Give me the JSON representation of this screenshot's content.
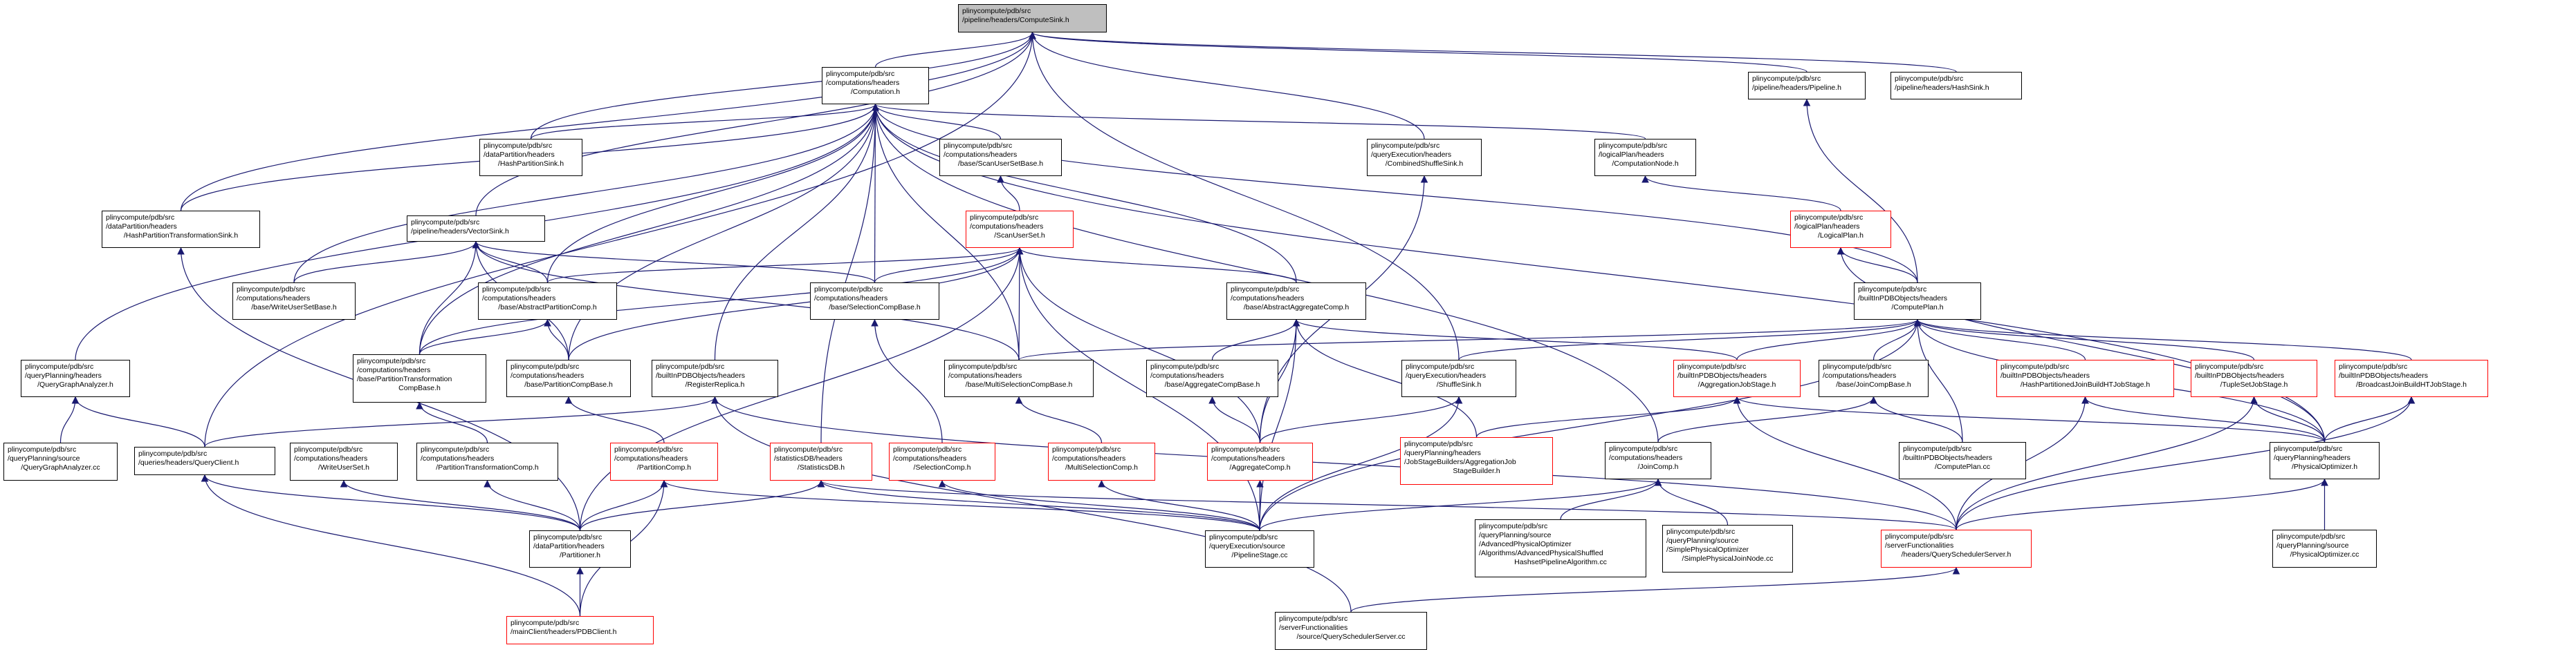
{
  "diagram": {
    "type": "include-dependency-graph",
    "edge_color": "#191970",
    "truncated_border_color": "#ff0000",
    "root_fill_color": "#bfbfbf",
    "nodes": [
      {
        "id": "ComputeSink",
        "lines": [
          "plinycompute/pdb/src",
          "/pipeline/headers/ComputeSink.h"
        ],
        "style": "root"
      },
      {
        "id": "Computation",
        "lines": [
          "plinycompute/pdb/src",
          "/computations/headers",
          "/Computation.h"
        ],
        "style": "normal"
      },
      {
        "id": "Pipeline",
        "lines": [
          "plinycompute/pdb/src",
          "/pipeline/headers/Pipeline.h"
        ],
        "style": "normal"
      },
      {
        "id": "HashSink",
        "lines": [
          "plinycompute/pdb/src",
          "/pipeline/headers/HashSink.h"
        ],
        "style": "normal"
      },
      {
        "id": "HashPartitionSink",
        "lines": [
          "plinycompute/pdb/src",
          "/dataPartition/headers",
          "/HashPartitionSink.h"
        ],
        "style": "normal"
      },
      {
        "id": "ScanUserSetBase",
        "lines": [
          "plinycompute/pdb/src",
          "/computations/headers",
          "/base/ScanUserSetBase.h"
        ],
        "style": "normal"
      },
      {
        "id": "CombinedShuffleSink",
        "lines": [
          "plinycompute/pdb/src",
          "/queryExecution/headers",
          "/CombinedShuffleSink.h"
        ],
        "style": "normal"
      },
      {
        "id": "ComputationNode",
        "lines": [
          "plinycompute/pdb/src",
          "/logicalPlan/headers",
          "/ComputationNode.h"
        ],
        "style": "normal"
      },
      {
        "id": "HashPartitionTransformationSink",
        "lines": [
          "plinycompute/pdb/src",
          "/dataPartition/headers",
          "/HashPartitionTransformationSink.h"
        ],
        "style": "normal"
      },
      {
        "id": "VectorSink",
        "lines": [
          "plinycompute/pdb/src",
          "/pipeline/headers/VectorSink.h"
        ],
        "style": "normal"
      },
      {
        "id": "ScanUserSet",
        "lines": [
          "plinycompute/pdb/src",
          "/computations/headers",
          "/ScanUserSet.h"
        ],
        "style": "red"
      },
      {
        "id": "LogicalPlan",
        "lines": [
          "plinycompute/pdb/src",
          "/logicalPlan/headers",
          "/LogicalPlan.h"
        ],
        "style": "red"
      },
      {
        "id": "WriteUserSetBase",
        "lines": [
          "plinycompute/pdb/src",
          "/computations/headers",
          "/base/WriteUserSetBase.h"
        ],
        "style": "normal"
      },
      {
        "id": "AbstractPartitionComp",
        "lines": [
          "plinycompute/pdb/src",
          "/computations/headers",
          "/base/AbstractPartitionComp.h"
        ],
        "style": "normal"
      },
      {
        "id": "SelectionCompBase",
        "lines": [
          "plinycompute/pdb/src",
          "/computations/headers",
          "/base/SelectionCompBase.h"
        ],
        "style": "normal"
      },
      {
        "id": "AbstractAggregateComp",
        "lines": [
          "plinycompute/pdb/src",
          "/computations/headers",
          "/base/AbstractAggregateComp.h"
        ],
        "style": "normal"
      },
      {
        "id": "ComputePlanH",
        "lines": [
          "plinycompute/pdb/src",
          "/builtInPDBObjects/headers",
          "/ComputePlan.h"
        ],
        "style": "normal"
      },
      {
        "id": "QueryGraphAnalyzerH",
        "lines": [
          "plinycompute/pdb/src",
          "/queryPlanning/headers",
          "/QueryGraphAnalyzer.h"
        ],
        "style": "normal"
      },
      {
        "id": "PartitionTransformationCompBase",
        "lines": [
          "plinycompute/pdb/src",
          "/computations/headers",
          "/base/PartitionTransformation",
          "CompBase.h"
        ],
        "style": "normal"
      },
      {
        "id": "PartitionCompBase",
        "lines": [
          "plinycompute/pdb/src",
          "/computations/headers",
          "/base/PartitionCompBase.h"
        ],
        "style": "normal"
      },
      {
        "id": "RegisterReplica",
        "lines": [
          "plinycompute/pdb/src",
          "/builtInPDBObjects/headers",
          "/RegisterReplica.h"
        ],
        "style": "normal"
      },
      {
        "id": "MultiSelectionCompBase",
        "lines": [
          "plinycompute/pdb/src",
          "/computations/headers",
          "/base/MultiSelectionCompBase.h"
        ],
        "style": "normal"
      },
      {
        "id": "AggregateCompBase",
        "lines": [
          "plinycompute/pdb/src",
          "/computations/headers",
          "/base/AggregateCompBase.h"
        ],
        "style": "normal"
      },
      {
        "id": "ShuffleSink",
        "lines": [
          "plinycompute/pdb/src",
          "/queryExecution/headers",
          "/ShuffleSink.h"
        ],
        "style": "normal"
      },
      {
        "id": "AggregationJobStage",
        "lines": [
          "plinycompute/pdb/src",
          "/builtInPDBObjects/headers",
          "/AggregationJobStage.h"
        ],
        "style": "red"
      },
      {
        "id": "JoinCompBase",
        "lines": [
          "plinycompute/pdb/src",
          "/computations/headers",
          "/base/JoinCompBase.h"
        ],
        "style": "normal"
      },
      {
        "id": "HashPartitionedJoinBuildHTJobStage",
        "lines": [
          "plinycompute/pdb/src",
          "/builtInPDBObjects/headers",
          "/HashPartitionedJoinBuildHTJobStage.h"
        ],
        "style": "red"
      },
      {
        "id": "TupleSetJobStage",
        "lines": [
          "plinycompute/pdb/src",
          "/builtInPDBObjects/headers",
          "/TupleSetJobStage.h"
        ],
        "style": "red"
      },
      {
        "id": "BroadcastJoinBuildHTJobStage",
        "lines": [
          "plinycompute/pdb/src",
          "/builtInPDBObjects/headers",
          "/BroadcastJoinBuildHTJobStage.h"
        ],
        "style": "red"
      },
      {
        "id": "QueryGraphAnalyzerCC",
        "lines": [
          "plinycompute/pdb/src",
          "/queryPlanning/source",
          "/QueryGraphAnalyzer.cc"
        ],
        "style": "normal"
      },
      {
        "id": "QueryClient",
        "lines": [
          "plinycompute/pdb/src",
          "/queries/headers/QueryClient.h"
        ],
        "style": "normal"
      },
      {
        "id": "WriteUserSet",
        "lines": [
          "plinycompute/pdb/src",
          "/computations/headers",
          "/WriteUserSet.h"
        ],
        "style": "normal"
      },
      {
        "id": "PartitionTransformationComp",
        "lines": [
          "plinycompute/pdb/src",
          "/computations/headers",
          "/PartitionTransformationComp.h"
        ],
        "style": "normal"
      },
      {
        "id": "PartitionComp",
        "lines": [
          "plinycompute/pdb/src",
          "/computations/headers",
          "/PartitionComp.h"
        ],
        "style": "red"
      },
      {
        "id": "StatisticsDB",
        "lines": [
          "plinycompute/pdb/src",
          "/statisticsDB/headers",
          "/StatisticsDB.h"
        ],
        "style": "red"
      },
      {
        "id": "SelectionComp",
        "lines": [
          "plinycompute/pdb/src",
          "/computations/headers",
          "/SelectionComp.h"
        ],
        "style": "red"
      },
      {
        "id": "MultiSelectionComp",
        "lines": [
          "plinycompute/pdb/src",
          "/computations/headers",
          "/MultiSelectionComp.h"
        ],
        "style": "red"
      },
      {
        "id": "AggregateComp",
        "lines": [
          "plinycompute/pdb/src",
          "/computations/headers",
          "/AggregateComp.h"
        ],
        "style": "red"
      },
      {
        "id": "AggregationJobStageBuilder",
        "lines": [
          "plinycompute/pdb/src",
          "/queryPlanning/headers",
          "/JobStageBuilders/AggregationJob",
          "StageBuilder.h"
        ],
        "style": "red"
      },
      {
        "id": "JoinComp",
        "lines": [
          "plinycompute/pdb/src",
          "/computations/headers",
          "/JoinComp.h"
        ],
        "style": "normal"
      },
      {
        "id": "ComputePlanCC",
        "lines": [
          "plinycompute/pdb/src",
          "/builtInPDBObjects/headers",
          "/ComputePlan.cc"
        ],
        "style": "normal"
      },
      {
        "id": "PhysicalOptimizerH",
        "lines": [
          "plinycompute/pdb/src",
          "/queryPlanning/headers",
          "/PhysicalOptimizer.h"
        ],
        "style": "normal"
      },
      {
        "id": "Partitioner",
        "lines": [
          "plinycompute/pdb/src",
          "/dataPartition/headers",
          "/Partitioner.h"
        ],
        "style": "normal"
      },
      {
        "id": "PipelineStage",
        "lines": [
          "plinycompute/pdb/src",
          "/queryExecution/source",
          "/PipelineStage.cc"
        ],
        "style": "normal"
      },
      {
        "id": "AdvancedPhysicalShuffledHashsetPipelineAlgorithm",
        "lines": [
          "plinycompute/pdb/src",
          "/queryPlanning/source",
          "/AdvancedPhysicalOptimizer",
          "/Algorithms/AdvancedPhysicalShuffled",
          "HashsetPipelineAlgorithm.cc"
        ],
        "style": "normal"
      },
      {
        "id": "SimplePhysicalJoinNode",
        "lines": [
          "plinycompute/pdb/src",
          "/queryPlanning/source",
          "/SimplePhysicalOptimizer",
          "/SimplePhysicalJoinNode.cc"
        ],
        "style": "normal"
      },
      {
        "id": "QuerySchedulerServerH",
        "lines": [
          "plinycompute/pdb/src",
          "/serverFunctionalities",
          "/headers/QuerySchedulerServer.h"
        ],
        "style": "red"
      },
      {
        "id": "PhysicalOptimizerCC",
        "lines": [
          "plinycompute/pdb/src",
          "/queryPlanning/source",
          "/PhysicalOptimizer.cc"
        ],
        "style": "normal"
      },
      {
        "id": "PDBClient",
        "lines": [
          "plinycompute/pdb/src",
          "/mainClient/headers/PDBClient.h"
        ],
        "style": "red"
      },
      {
        "id": "QuerySchedulerServerCC",
        "lines": [
          "plinycompute/pdb/src",
          "/serverFunctionalities",
          "/source/QuerySchedulerServer.cc"
        ],
        "style": "normal"
      }
    ],
    "edges": [
      [
        "Computation",
        "ComputeSink"
      ],
      [
        "Pipeline",
        "ComputeSink"
      ],
      [
        "HashSink",
        "ComputeSink"
      ],
      [
        "HashPartitionSink",
        "ComputeSink"
      ],
      [
        "CombinedShuffleSink",
        "ComputeSink"
      ],
      [
        "HashPartitionTransformationSink",
        "ComputeSink"
      ],
      [
        "VectorSink",
        "ComputeSink"
      ],
      [
        "QueryClient",
        "ComputeSink"
      ],
      [
        "ShuffleSink",
        "ComputeSink"
      ],
      [
        "HashPartitionSink",
        "Computation"
      ],
      [
        "ScanUserSetBase",
        "Computation"
      ],
      [
        "ComputationNode",
        "Computation"
      ],
      [
        "HashPartitionTransformationSink",
        "Computation"
      ],
      [
        "WriteUserSetBase",
        "Computation"
      ],
      [
        "AbstractPartitionComp",
        "Computation"
      ],
      [
        "SelectionCompBase",
        "Computation"
      ],
      [
        "AbstractAggregateComp",
        "Computation"
      ],
      [
        "ComputePlanH",
        "Computation"
      ],
      [
        "QueryGraphAnalyzerH",
        "Computation"
      ],
      [
        "PartitionTransformationCompBase",
        "Computation"
      ],
      [
        "PartitionCompBase",
        "Computation"
      ],
      [
        "RegisterReplica",
        "Computation"
      ],
      [
        "MultiSelectionCompBase",
        "Computation"
      ],
      [
        "StatisticsDB",
        "Computation"
      ],
      [
        "JoinComp",
        "Computation"
      ],
      [
        "PhysicalOptimizerH",
        "Computation"
      ],
      [
        "ScanUserSet",
        "ScanUserSetBase"
      ],
      [
        "AggregateComp",
        "CombinedShuffleSink"
      ],
      [
        "LogicalPlan",
        "ComputationNode"
      ],
      [
        "ComputePlanH",
        "LogicalPlan"
      ],
      [
        "PhysicalOptimizerH",
        "LogicalPlan"
      ],
      [
        "ComputePlanH",
        "Pipeline"
      ],
      [
        "WriteUserSetBase",
        "VectorSink"
      ],
      [
        "AbstractPartitionComp",
        "VectorSink"
      ],
      [
        "SelectionCompBase",
        "VectorSink"
      ],
      [
        "PartitionTransformationCompBase",
        "VectorSink"
      ],
      [
        "PartitionCompBase",
        "VectorSink"
      ],
      [
        "MultiSelectionCompBase",
        "VectorSink"
      ],
      [
        "AbstractPartitionComp",
        "ScanUserSet"
      ],
      [
        "SelectionCompBase",
        "ScanUserSet"
      ],
      [
        "AbstractAggregateComp",
        "ScanUserSet"
      ],
      [
        "PartitionTransformationCompBase",
        "ScanUserSet"
      ],
      [
        "PartitionCompBase",
        "ScanUserSet"
      ],
      [
        "MultiSelectionCompBase",
        "ScanUserSet"
      ],
      [
        "AggregateComp",
        "ScanUserSet"
      ],
      [
        "PipelineStage",
        "ScanUserSet"
      ],
      [
        "Partitioner",
        "ScanUserSet"
      ],
      [
        "PartitionTransformationCompBase",
        "AbstractPartitionComp"
      ],
      [
        "PartitionCompBase",
        "AbstractPartitionComp"
      ],
      [
        "SelectionComp",
        "SelectionCompBase"
      ],
      [
        "AggregateCompBase",
        "AbstractAggregateComp"
      ],
      [
        "AggregateComp",
        "AbstractAggregateComp"
      ],
      [
        "AggregationJobStage",
        "AbstractAggregateComp"
      ],
      [
        "PipelineStage",
        "AbstractAggregateComp"
      ],
      [
        "AggregationJobStageBuilder",
        "AbstractAggregateComp"
      ],
      [
        "QueryGraphAnalyzerCC",
        "QueryGraphAnalyzerH"
      ],
      [
        "QueryClient",
        "QueryGraphAnalyzerH"
      ],
      [
        "PartitionTransformationComp",
        "PartitionTransformationCompBase"
      ],
      [
        "Partitioner",
        "HashPartitionTransformationSink"
      ],
      [
        "PartitionComp",
        "PartitionCompBase"
      ],
      [
        "QueryClient",
        "RegisterReplica"
      ],
      [
        "QuerySchedulerServerH",
        "RegisterReplica"
      ],
      [
        "QuerySchedulerServerCC",
        "RegisterReplica"
      ],
      [
        "MultiSelectionComp",
        "MultiSelectionCompBase"
      ],
      [
        "AggregateComp",
        "AggregateCompBase"
      ],
      [
        "AggregateComp",
        "ShuffleSink"
      ],
      [
        "PipelineStage",
        "ShuffleSink"
      ],
      [
        "AggregationJobStageBuilder",
        "AggregationJobStage"
      ],
      [
        "QuerySchedulerServerH",
        "AggregationJobStage"
      ],
      [
        "PhysicalOptimizerH",
        "AggregationJobStage"
      ],
      [
        "JoinComp",
        "JoinCompBase"
      ],
      [
        "ComputePlanCC",
        "JoinCompBase"
      ],
      [
        "ShuffleSink",
        "ComputePlanH"
      ],
      [
        "AggregationJobStage",
        "ComputePlanH"
      ],
      [
        "JoinCompBase",
        "ComputePlanH"
      ],
      [
        "HashPartitionedJoinBuildHTJobStage",
        "ComputePlanH"
      ],
      [
        "TupleSetJobStage",
        "ComputePlanH"
      ],
      [
        "BroadcastJoinBuildHTJobStage",
        "ComputePlanH"
      ],
      [
        "ComputePlanCC",
        "ComputePlanH"
      ],
      [
        "PhysicalOptimizerH",
        "ComputePlanH"
      ],
      [
        "PipelineStage",
        "ComputePlanH"
      ],
      [
        "MultiSelectionCompBase",
        "ComputePlanH"
      ],
      [
        "QuerySchedulerServerH",
        "HashPartitionedJoinBuildHTJobStage"
      ],
      [
        "PhysicalOptimizerH",
        "HashPartitionedJoinBuildHTJobStage"
      ],
      [
        "QuerySchedulerServerH",
        "TupleSetJobStage"
      ],
      [
        "PhysicalOptimizerH",
        "TupleSetJobStage"
      ],
      [
        "QuerySchedulerServerH",
        "BroadcastJoinBuildHTJobStage"
      ],
      [
        "PhysicalOptimizerH",
        "BroadcastJoinBuildHTJobStage"
      ],
      [
        "PhysicalOptimizerCC",
        "PhysicalOptimizerH"
      ],
      [
        "QuerySchedulerServerH",
        "PhysicalOptimizerH"
      ],
      [
        "Partitioner",
        "QueryClient"
      ],
      [
        "PDBClient",
        "QueryClient"
      ],
      [
        "Partitioner",
        "WriteUserSet"
      ],
      [
        "Partitioner",
        "PartitionTransformationComp"
      ],
      [
        "Partitioner",
        "PartitionComp"
      ],
      [
        "PDBClient",
        "PartitionComp"
      ],
      [
        "Partitioner",
        "StatisticsDB"
      ],
      [
        "PipelineStage",
        "StatisticsDB"
      ],
      [
        "PipelineStage",
        "SelectionComp"
      ],
      [
        "PipelineStage",
        "MultiSelectionComp"
      ],
      [
        "PipelineStage",
        "AggregateComp"
      ],
      [
        "PipelineStage",
        "PartitionComp"
      ],
      [
        "PipelineStage",
        "JoinComp"
      ],
      [
        "AdvancedPhysicalShuffledHashsetPipelineAlgorithm",
        "JoinComp"
      ],
      [
        "SimplePhysicalJoinNode",
        "JoinComp"
      ],
      [
        "PDBClient",
        "Partitioner"
      ],
      [
        "QuerySchedulerServerCC",
        "QuerySchedulerServerH"
      ],
      [
        "QuerySchedulerServerH",
        "StatisticsDB"
      ]
    ]
  }
}
